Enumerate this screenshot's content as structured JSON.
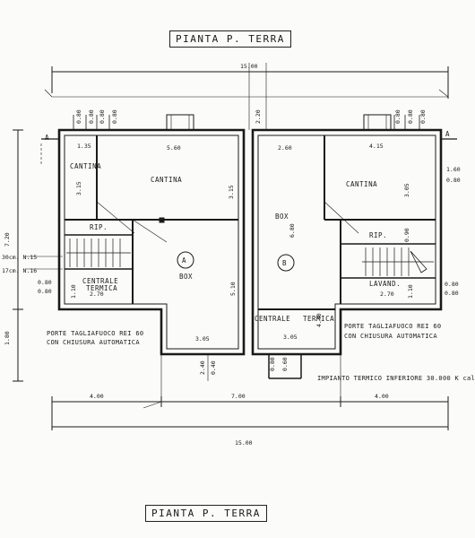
{
  "title_top": "PIANTA P. TERRA",
  "title_bottom": "PIANTA P. TERRA",
  "rooms": {
    "cantina_small": "CANTINA",
    "cantina_left": "CANTINA",
    "cantina_right": "CANTINA",
    "box_left": "BOX",
    "box_center": "BOX",
    "unit_a": "A",
    "unit_b": "B",
    "rip_left": "RIP.",
    "rip_right": "RIP.",
    "centrale_left_1": "CENTRALE",
    "centrale_left_2": "TERMICA",
    "centrale_right_1": "CENTRALE",
    "centrale_right_2": "TERMICA",
    "lavand": "LAVAND."
  },
  "section_marks": {
    "left": "A",
    "right": "A"
  },
  "dimensions": {
    "overall_top": "15.00",
    "overall_bottom": "15.00",
    "left_height": "7.20",
    "left_lower": "1.80",
    "d_135": "1.35",
    "d_560": "5.60",
    "d_260": "2.60",
    "d_415": "4.15",
    "d_160": "1.60",
    "d_080_r": "0.80",
    "d_315_l": "3.15",
    "d_315_c": "3.15",
    "d_305_r": "3.05",
    "d_680": "6.80",
    "d_510": "5.10",
    "d_270_l": "2.70",
    "d_270_r": "2.70",
    "d_305_b1": "3.05",
    "d_305_b2": "3.05",
    "d_440": "4.40",
    "d_240": "2.40",
    "d_040": "0.40",
    "d_080_t1": "0.80",
    "d_080_t2": "0.80",
    "d_080_t3": "0.80",
    "d_080_t4": "0.80",
    "d_220": "2.20",
    "d_080_t5": "0.80",
    "d_080_t6": "0.80",
    "d_080_t7": "0.80",
    "d_080_l1": "0.80",
    "d_080_l2": "0.80",
    "d_080_r2": "0.80",
    "d_080_r3": "0.80",
    "d_110_l": "1.10",
    "d_110_r": "1.10",
    "d_090": "0.90",
    "d_060": "0.60",
    "d_080_b": "0.80",
    "bottom_400_l": "4.00",
    "bottom_700": "7.00",
    "bottom_400_r": "4.00",
    "level_30": "30cm. N.15",
    "level_17": "17cm. N.16"
  },
  "notes": {
    "door_left_1": "PORTE TAGLIAFUOCO REI 60",
    "door_left_2": "CON CHIUSURA AUTOMATICA",
    "door_right_1": "PORTE TAGLIAFUOCO REI 60",
    "door_right_2": "CON CHIUSURA AUTOMATICA",
    "impianto": "IMPIANTO TERMICO INFERIORE 30.000 K cal"
  },
  "colors": {
    "ink": "#1a1a1a",
    "paper": "#fbfbf9"
  }
}
